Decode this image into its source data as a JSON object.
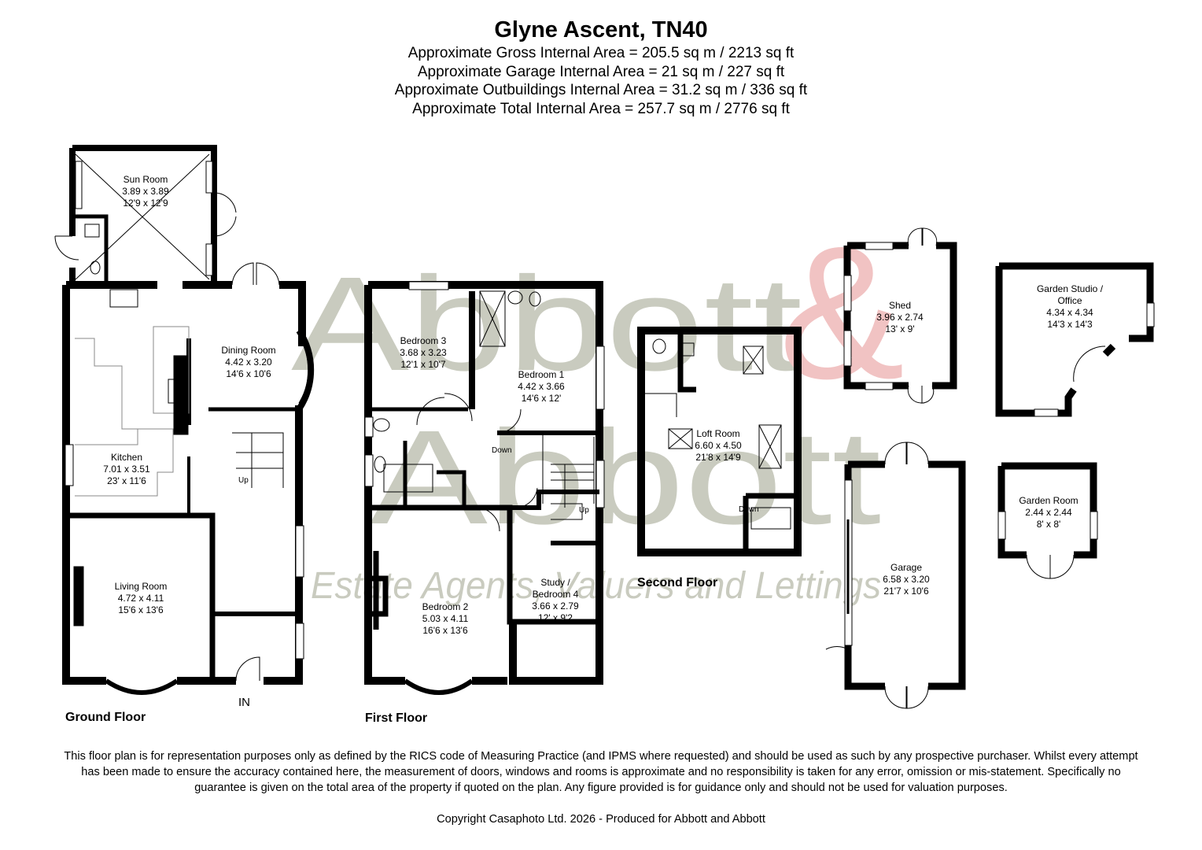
{
  "header": {
    "title": "Glyne Ascent, TN40",
    "areas": [
      "Approximate Gross Internal Area = 205.5 sq m / 2213 sq ft",
      "Approximate Garage Internal Area = 21 sq m / 227 sq ft",
      "Approximate Outbuildings Internal Area = 31.2 sq m / 336 sq ft",
      "Approximate Total Internal Area = 257.7 sq m / 2776 sq ft"
    ]
  },
  "watermark": {
    "line1": "Abbott",
    "ampersand": "&",
    "line2": "Abbott",
    "tagline": "Estate Agents, Valuers and Lettings",
    "text_color": "#c9cbbf",
    "ampersand_color": "#f1c3c3"
  },
  "floors": {
    "ground": "Ground Floor",
    "first": "First Floor",
    "second": "Second Floor"
  },
  "rooms": {
    "sun_room": {
      "name": "Sun Room",
      "metric": "3.89 x 3.89",
      "imperial": "12'9 x 12'9"
    },
    "dining_room": {
      "name": "Dining Room",
      "metric": "4.42 x 3.20",
      "imperial": "14'6 x 10'6"
    },
    "kitchen": {
      "name": "Kitchen",
      "metric": "7.01 x 3.51",
      "imperial": "23' x 11'6"
    },
    "living_room": {
      "name": "Living Room",
      "metric": "4.72 x 4.11",
      "imperial": "15'6 x 13'6"
    },
    "bedroom3": {
      "name": "Bedroom 3",
      "metric": "3.68 x 3.23",
      "imperial": "12'1 x 10'7"
    },
    "bedroom1": {
      "name": "Bedroom 1",
      "metric": "4.42 x 3.66",
      "imperial": "14'6 x 12'"
    },
    "bedroom2": {
      "name": "Bedroom 2",
      "metric": "5.03 x 4.11",
      "imperial": "16'6 x 13'6"
    },
    "study": {
      "name1": "Study /",
      "name2": "Bedroom 4",
      "metric": "3.66 x 2.79",
      "imperial": "12' x 9'2"
    },
    "loft_room": {
      "name": "Loft Room",
      "metric": "6.60 x 4.50",
      "imperial": "21'8 x 14'9"
    },
    "shed": {
      "name": "Shed",
      "metric": "3.96 x 2.74",
      "imperial": "13' x 9'"
    },
    "garden_studio": {
      "name1": "Garden Studio /",
      "name2": "Office",
      "metric": "4.34 x 4.34",
      "imperial": "14'3 x 14'3"
    },
    "garden_room": {
      "name": "Garden Room",
      "metric": "2.44 x 2.44",
      "imperial": "8' x 8'"
    },
    "garage": {
      "name": "Garage",
      "metric": "6.58 x 3.20",
      "imperial": "21'7 x 10'6"
    }
  },
  "annotations": {
    "in": "IN",
    "up": "Up",
    "down": "Down"
  },
  "footer": {
    "disclaimer": "This floor plan is for representation purposes only as defined by the RICS code of Measuring Practice (and IPMS where requested) and should be used as such by any prospective purchaser. Whilst every attempt has been made to ensure the accuracy contained here, the measurement of doors, windows and rooms is approximate and no responsibility is taken for any error, omission or mis-statement. Specifically no guarantee is given on the total area of the property if quoted on the plan. Any figure provided is for guidance only and should not be used for valuation purposes.",
    "copyright": "Copyright Casaphoto Ltd. 2026 - Produced for Abbott and Abbott"
  }
}
